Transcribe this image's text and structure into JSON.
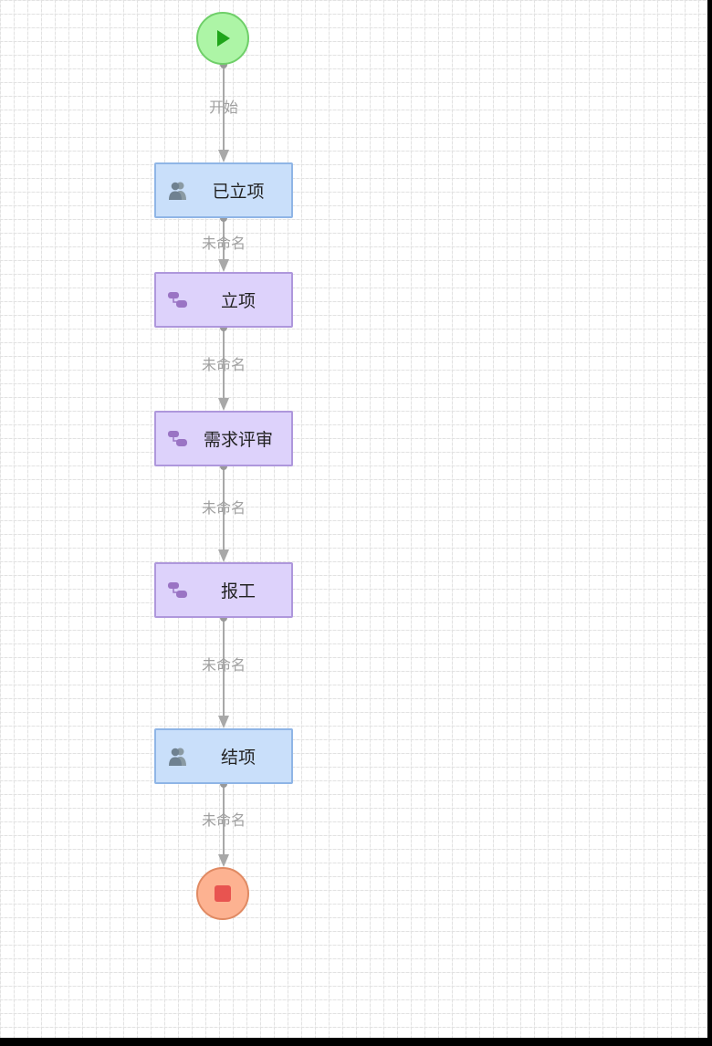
{
  "diagram": {
    "start_event": {
      "type": "start",
      "icon": "play-icon",
      "fill": "#adf5a6",
      "stroke": "#6fcf69"
    },
    "end_event": {
      "type": "end",
      "icon": "stop-icon",
      "fill": "#fdb291",
      "stroke": "#e08a63"
    },
    "nodes": [
      {
        "id": "n1",
        "label": "已立项",
        "kind": "user-task",
        "icon": "users-icon"
      },
      {
        "id": "n2",
        "label": "立项",
        "kind": "sub-process",
        "icon": "subprocess-icon"
      },
      {
        "id": "n3",
        "label": "需求评审",
        "kind": "sub-process",
        "icon": "subprocess-icon"
      },
      {
        "id": "n4",
        "label": "报工",
        "kind": "sub-process",
        "icon": "subprocess-icon"
      },
      {
        "id": "n5",
        "label": "结项",
        "kind": "user-task",
        "icon": "users-icon"
      }
    ],
    "edges": [
      {
        "from": "start",
        "to": "n1",
        "label": "开始"
      },
      {
        "from": "n1",
        "to": "n2",
        "label": "未命名"
      },
      {
        "from": "n2",
        "to": "n3",
        "label": "未命名"
      },
      {
        "from": "n3",
        "to": "n4",
        "label": "未命名"
      },
      {
        "from": "n4",
        "to": "n5",
        "label": "未命名"
      },
      {
        "from": "n5",
        "to": "end",
        "label": "未命名"
      }
    ],
    "colors": {
      "user_task_fill": "#c9dffa",
      "user_task_stroke": "#8fb5e6",
      "sub_process_fill": "#ddd2fb",
      "sub_process_stroke": "#ae97dc",
      "edge": "#a8a8a8",
      "edge_label": "#a0a0a0"
    }
  }
}
